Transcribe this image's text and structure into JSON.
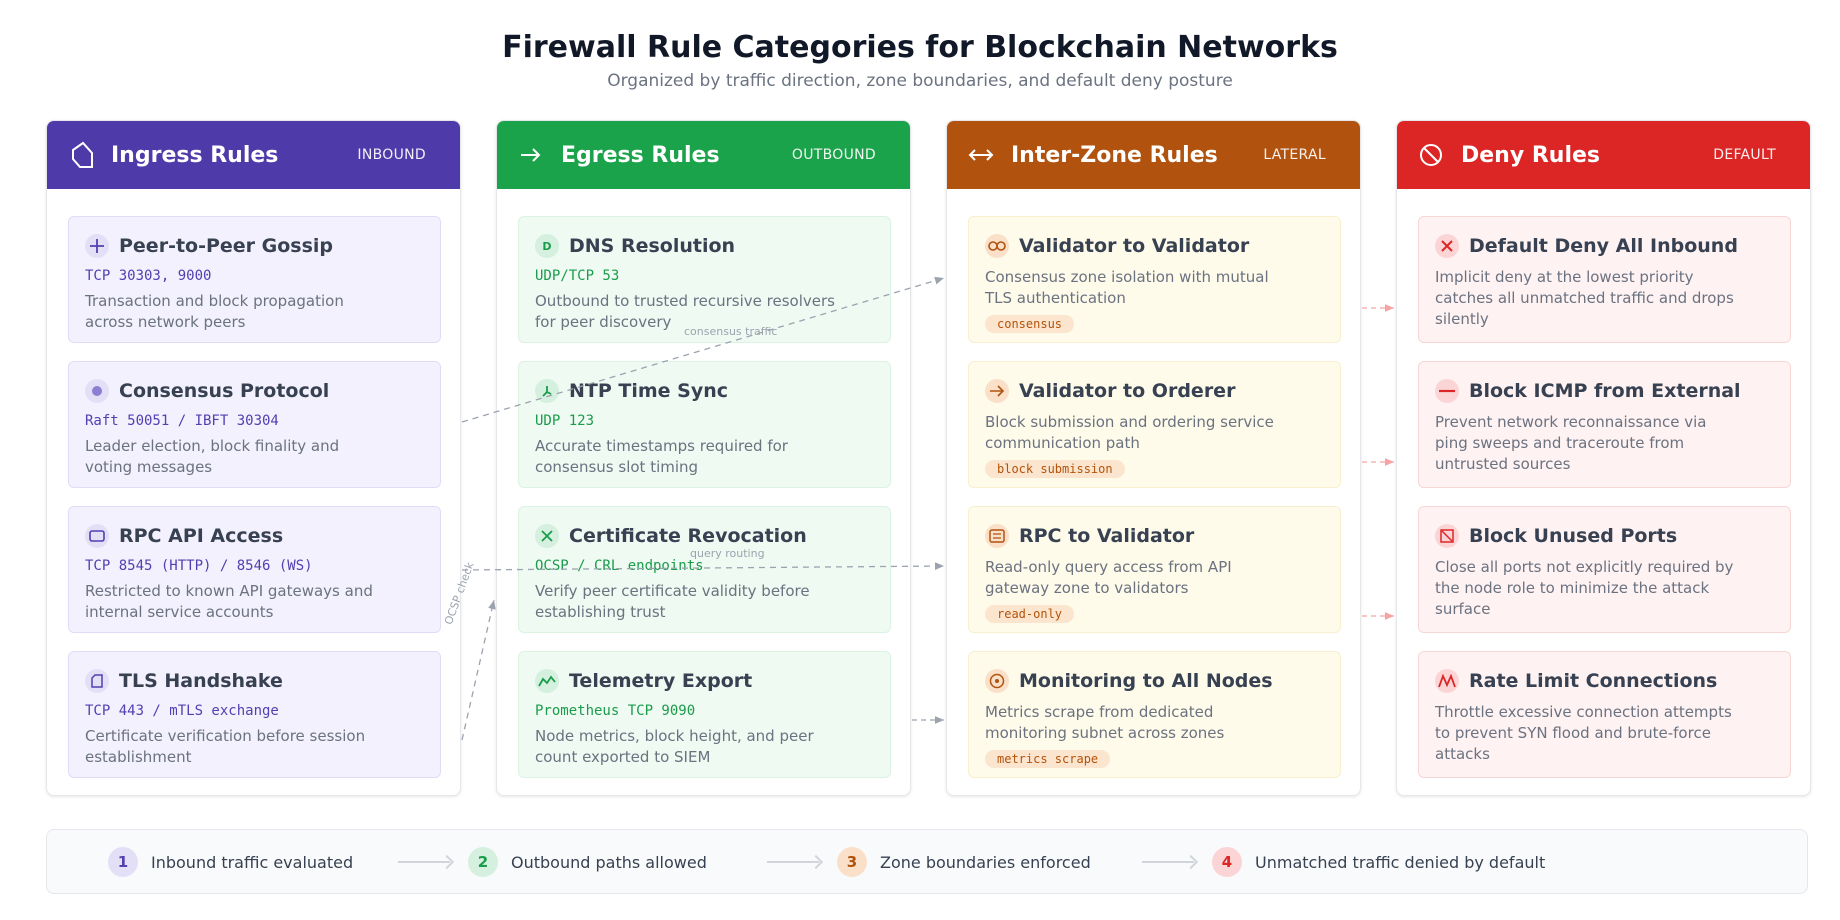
{
  "title": "Firewall Rule Categories for Blockchain Networks",
  "subtitle": "Organized by traffic direction, zone boundaries, and default deny posture",
  "colors": {
    "ingress": "#4f3aaa",
    "egress": "#1aa34a",
    "zone": "#b1530f",
    "deny": "#dc2626"
  },
  "columns": {
    "ingress": {
      "title": "Ingress Rules",
      "tag": "INBOUND",
      "icon": "shield-icon",
      "cards": [
        {
          "title": "Peer-to-Peer Gossip",
          "port": "TCP 30303, 9000",
          "desc": "Transaction and block propagation across network peers",
          "icon": "plus-icon"
        },
        {
          "title": "Consensus Protocol",
          "port": "Raft 50051 / IBFT 30304",
          "desc": "Leader election, block finality and voting messages",
          "icon": "dot-icon"
        },
        {
          "title": "RPC API Access",
          "port": "TCP 8545 (HTTP) / 8546 (WS)",
          "desc": "Restricted to known API gateways and internal service accounts",
          "icon": "window-icon"
        },
        {
          "title": "TLS Handshake",
          "port": "TCP 443 / mTLS exchange",
          "desc": "Certificate verification before session establishment",
          "icon": "document-icon"
        }
      ]
    },
    "egress": {
      "title": "Egress Rules",
      "tag": "OUTBOUND",
      "icon": "arrow-right-icon",
      "cards": [
        {
          "title": "DNS Resolution",
          "port": "UDP/TCP 53",
          "desc": "Outbound to trusted recursive resolvers for peer discovery",
          "icon": "d-letter-icon",
          "icon_text": "D"
        },
        {
          "title": "NTP Time Sync",
          "port": "UDP 123",
          "desc": "Accurate timestamps required for consensus slot timing",
          "icon": "clock-icon"
        },
        {
          "title": "Certificate Revocation",
          "port": "OCSP / CRL endpoints",
          "desc": "Verify peer certificate validity before establishing trust",
          "icon": "x-icon"
        },
        {
          "title": "Telemetry Export",
          "port": "Prometheus TCP 9090",
          "desc": "Node metrics, block height, and peer count exported to SIEM",
          "icon": "chart-line-icon"
        }
      ]
    },
    "zone": {
      "title": "Inter-Zone Rules",
      "tag": "LATERAL",
      "icon": "double-arrow-icon",
      "cards": [
        {
          "title": "Validator to Validator",
          "desc": "Consensus zone isolation with mutual TLS authentication",
          "pill": "consensus",
          "icon": "link-icon"
        },
        {
          "title": "Validator to Orderer",
          "desc": "Block submission and ordering service communication path",
          "pill": "block submission",
          "icon": "arrow-right-icon"
        },
        {
          "title": "RPC to Validator",
          "desc": "Read-only query access from API gateway zone to validators",
          "pill": "read-only",
          "icon": "list-icon"
        },
        {
          "title": "Monitoring to All Nodes",
          "desc": "Metrics scrape from dedicated monitoring subnet across zones",
          "pill": "metrics scrape",
          "icon": "target-icon"
        }
      ]
    },
    "deny": {
      "title": "Deny Rules",
      "tag": "DEFAULT",
      "icon": "prohibited-icon",
      "cards": [
        {
          "title": "Default Deny All Inbound",
          "desc": "Implicit deny at the lowest priority catches all unmatched traffic and drops silently",
          "icon": "x-icon"
        },
        {
          "title": "Block ICMP from External",
          "desc": "Prevent network reconnaissance via ping sweeps and traceroute from untrusted sources",
          "icon": "minus-icon"
        },
        {
          "title": "Block Unused Ports",
          "desc": "Close all ports not explicitly required by the node role to minimize the attack surface",
          "icon": "blocked-square-icon"
        },
        {
          "title": "Rate Limit Connections",
          "desc": "Throttle excessive connection attempts to prevent SYN flood and brute-force attacks",
          "icon": "zigzag-icon"
        }
      ]
    }
  },
  "connectors": {
    "consensus_traffic": "consensus traffic",
    "query_routing": "query routing",
    "ocsp_check": "OCSP check"
  },
  "legend": [
    {
      "num": "1",
      "label": "Inbound traffic evaluated"
    },
    {
      "num": "2",
      "label": "Outbound paths allowed"
    },
    {
      "num": "3",
      "label": "Zone boundaries enforced"
    },
    {
      "num": "4",
      "label": "Unmatched traffic denied by default"
    }
  ]
}
